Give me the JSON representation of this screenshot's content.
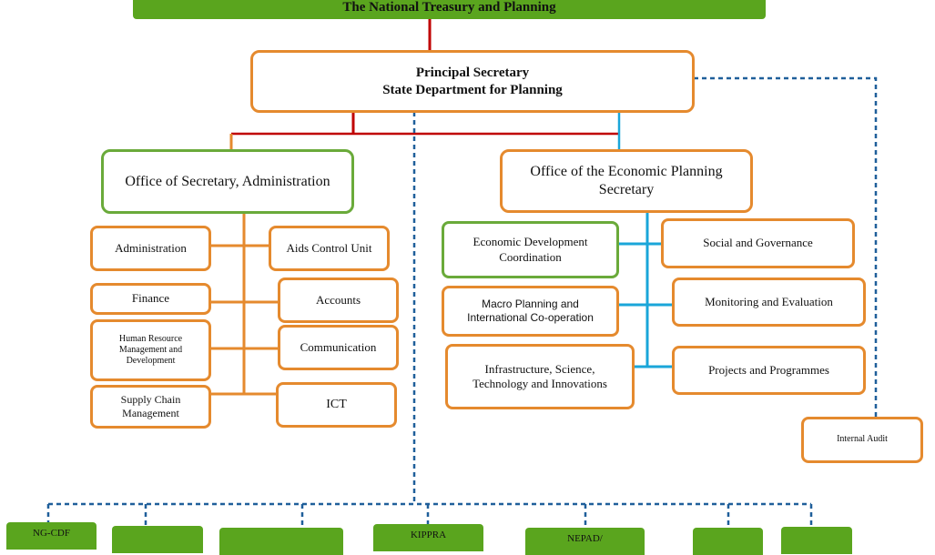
{
  "header": {
    "title": "The National Treasury and Planning"
  },
  "ps": {
    "line1": "Principal Secretary",
    "line2": "State Department for Planning"
  },
  "admin_office": {
    "title": "Office of Secretary, Administration"
  },
  "econ_office": {
    "line1": "Office of the Economic Planning",
    "line2": "Secretary"
  },
  "admin_units": {
    "administration": "Administration",
    "aids_control": "Aids Control Unit",
    "finance": "Finance",
    "accounts": "Accounts",
    "hr_line1": "Human Resource",
    "hr_line2": "Management and",
    "hr_line3": "Development",
    "communication": "Communication",
    "supply_line1": "Supply Chain",
    "supply_line2": "Management",
    "ict": "ICT"
  },
  "econ_units": {
    "edc_line1": "Economic Development",
    "edc_line2": "Coordination",
    "social_governance": "Social and Governance",
    "macro_line1": "Macro Planning and",
    "macro_line2": "International Co-operation",
    "monitoring": "Monitoring and Evaluation",
    "infra_line1": "Infrastructure, Science,",
    "infra_line2": "Technology and Innovations",
    "projects": "Projects and Programmes"
  },
  "internal_audit": "Internal Audit",
  "agencies": [
    "NG-CDF",
    "",
    "",
    "KIPPRA",
    "NEPAD/",
    "",
    ""
  ],
  "colors": {
    "banner_green": "#5aa51e",
    "box_orange": "#e58a2e",
    "box_green": "#6aaa3a",
    "line_red": "#c00000",
    "line_blue": "#1aa6d9",
    "line_navy_dashed": "#1f5f9a"
  }
}
